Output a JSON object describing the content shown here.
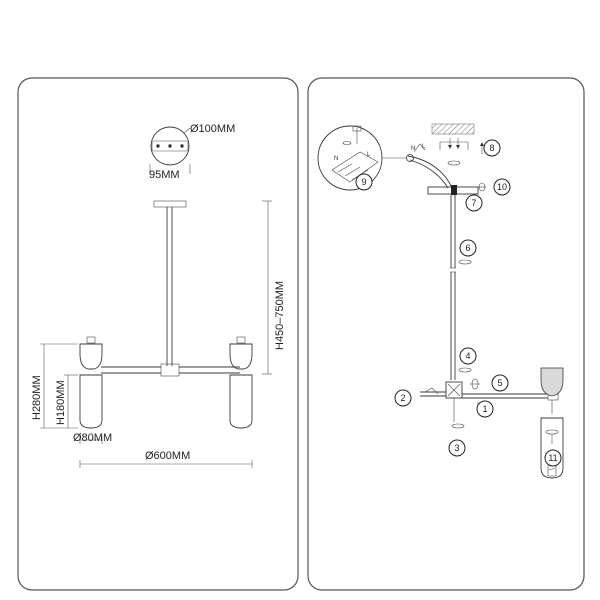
{
  "left_panel": {
    "canopy_diameter_label": "Ø100MM",
    "canopy_width_label": "95MM",
    "height_range_label": "H450–750MM",
    "shade_height_label": "H280MM",
    "lower_shade_height_label": "H180MM",
    "shade_diameter_label": "Ø80MM",
    "overall_diameter_label": "Ø600MM"
  },
  "right_panel": {
    "steps": [
      "1",
      "2",
      "3",
      "4",
      "5",
      "6",
      "7",
      "8",
      "9",
      "10",
      "11"
    ],
    "colors": {
      "line": "#3a3a3a",
      "panel_border": "#555555",
      "hatch": "#999999"
    }
  }
}
